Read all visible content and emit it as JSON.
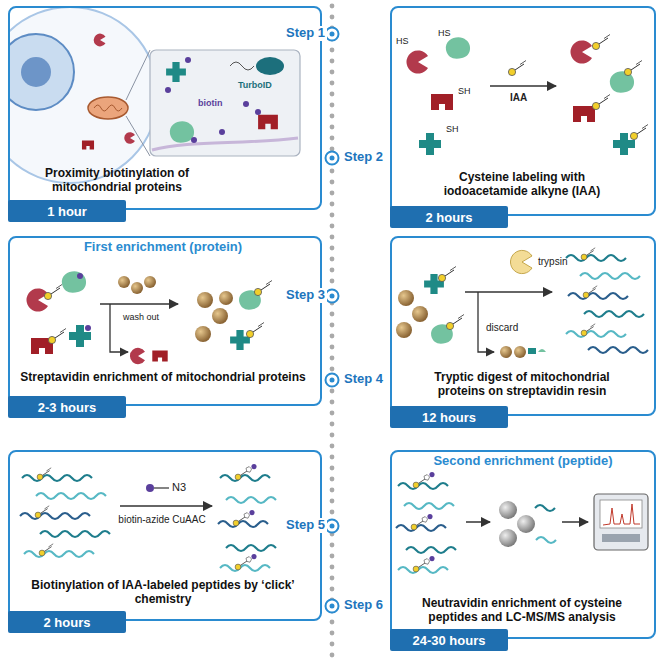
{
  "diagram": {
    "nodes": [
      {
        "text": [
          "Proximity biotinylation of mitochondrial proteins"
        ]
      },
      {
        "text": [
          "1 hour"
        ],
        "in": 0
      },
      {
        "text": [
          "Cysteine labeling with iodoacetamide alkyne (IAA)"
        ]
      },
      {
        "text": [
          "2 hours"
        ],
        "in": 2
      },
      {
        "text": [
          "First enrichment (protein)",
          "Streptavidin enrichment of mitochondrial proteins"
        ]
      },
      {
        "text": [
          "2-3 hours"
        ],
        "in": 4
      },
      {
        "text": [
          "Tryptic digest of mitochondrial proteins on streptavidin resin"
        ]
      },
      {
        "text": [
          "12 hours"
        ],
        "in": 6
      },
      {
        "text": [
          "Biotinylation of IAA-labeled peptides by ‘click’ chemistry"
        ]
      },
      {
        "text": [
          "2 hours"
        ],
        "in": 8
      },
      {
        "text": [
          "Second enrichment (peptide)",
          "Neutravidin enrichment of cysteine peptides and LC-MS/MS analysis"
        ]
      },
      {
        "text": [
          "24-30 hours"
        ],
        "in": 10
      }
    ],
    "labels": [
      "Step 1",
      "TurboID",
      "biotin",
      "Step 2",
      "HS",
      "HS",
      "SH",
      "SH",
      "IAA",
      "Step 3",
      "wash out",
      "Step 4",
      "trypsin",
      "discard",
      "Step 5",
      "biotin-azide CuAAC",
      "N3",
      "Step 6"
    ]
  }
}
